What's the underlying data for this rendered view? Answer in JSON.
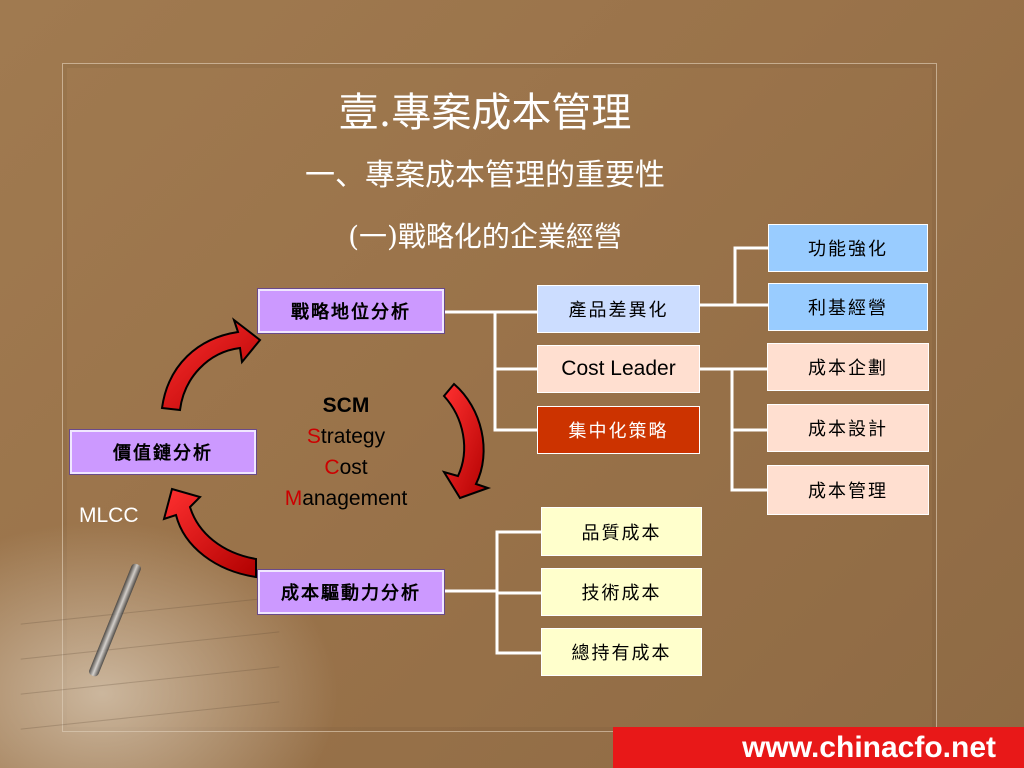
{
  "slide": {
    "title": "壹.專案成本管理",
    "subtitle": "一、專案成本管理的重要性",
    "section": "(一)戰略化的企業經營"
  },
  "cycle": {
    "strategic_position": "戰略地位分析",
    "value_chain": "價值鏈分析",
    "cost_driver": "成本驅動力分析",
    "mlcc": "MLCC"
  },
  "scm": {
    "heading": "SCM",
    "s_cap": "S",
    "s_rest": "trategy",
    "c_cap": "C",
    "c_rest": "ost",
    "m_cap": "M",
    "m_rest": "anagement"
  },
  "strategies": {
    "differentiation": "產品差異化",
    "cost_leader": "Cost Leader",
    "focus": "集中化策略"
  },
  "differentiation_items": [
    "功能強化",
    "利基經營"
  ],
  "cost_leader_items": [
    "成本企劃",
    "成本設計",
    "成本管理"
  ],
  "cost_driver_items": [
    "品質成本",
    "技術成本",
    "總持有成本"
  ],
  "footer": {
    "url": "www.chinacfo.net"
  },
  "colors": {
    "background": "#9a734a",
    "purple_box": "#cc99ff",
    "blue_box": "#99ccff",
    "pink_box": "#ffdfd0",
    "red_box": "#cc3300",
    "yellow_box": "#ffffcc",
    "arrow": "#e00000",
    "footer": "#e81818"
  }
}
